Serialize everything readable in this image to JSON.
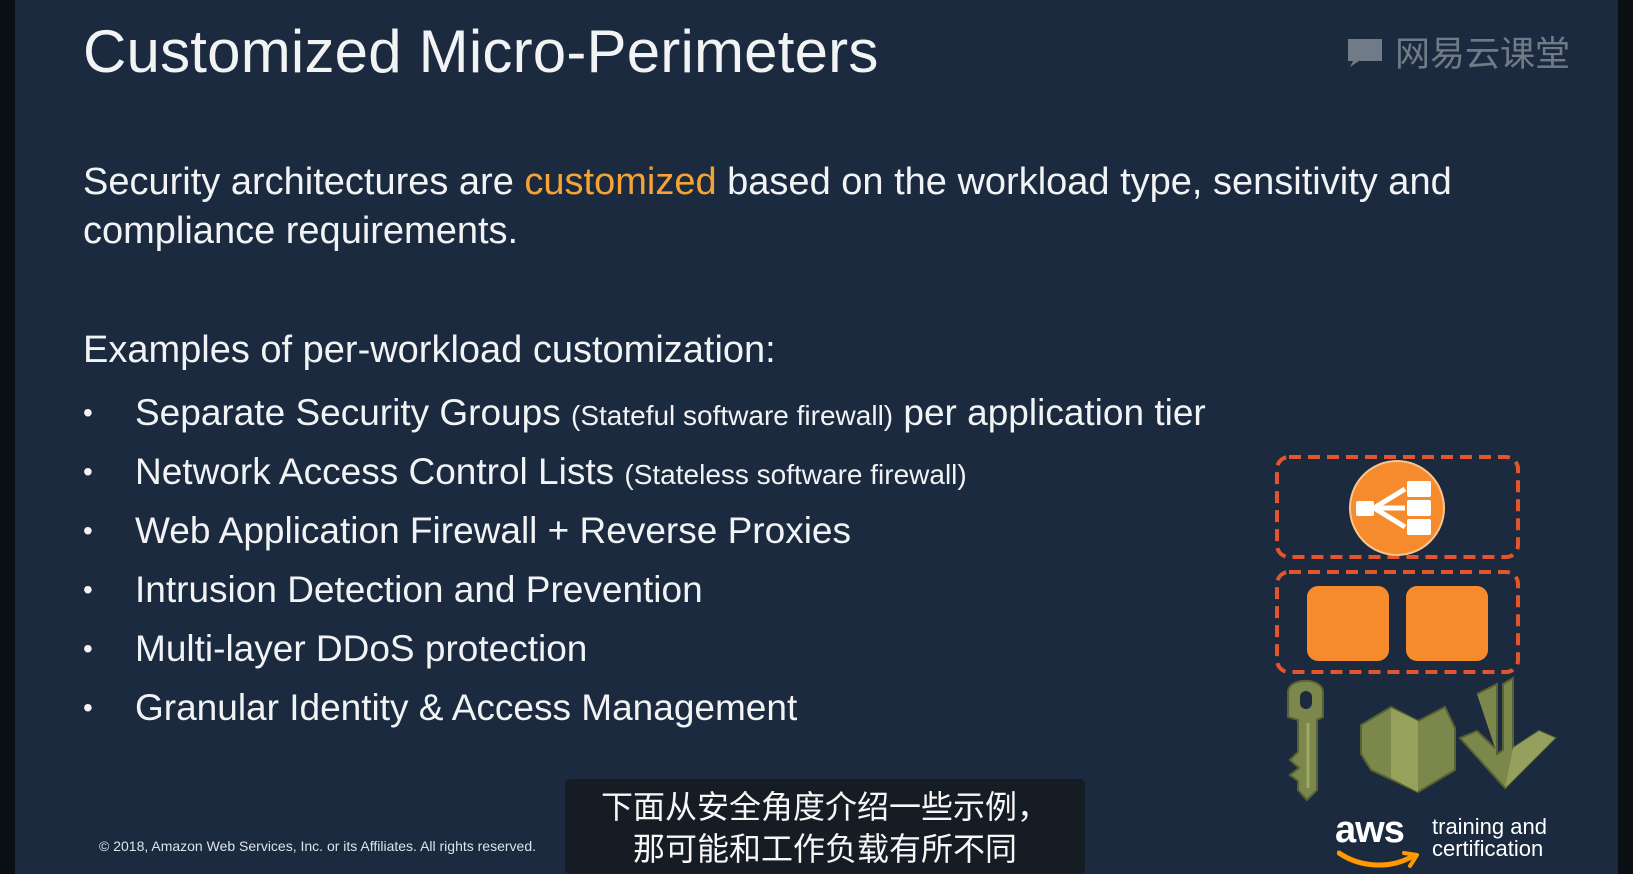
{
  "slide": {
    "title": "Customized Micro-Perimeters",
    "watermark": "网易云课堂",
    "intro": {
      "before": "Security architectures are ",
      "highlight": "customized",
      "after": " based on the workload type, sensitivity and compliance requirements.",
      "highlight_color": "#f6a335"
    },
    "examples_heading": "Examples of per-workload customization:",
    "bullets": [
      {
        "text": "Separate Security Groups",
        "note": "(Stateful software firewall)",
        "suffix": "per application tier"
      },
      {
        "text": "Network Access Control Lists",
        "note": "(Stateless software firewall)",
        "suffix": ""
      },
      {
        "text": "Web Application Firewall + Reverse Proxies"
      },
      {
        "text": "Intrusion Detection and Prevention"
      },
      {
        "text": "Multi-layer DDoS protection"
      },
      {
        "text": "Granular Identity & Access Management"
      }
    ],
    "copyright": "© 2018, Amazon Web Services, Inc. or its Affiliates. All rights reserved.",
    "subtitle": {
      "line1": "下面从安全角度介绍一些示例，",
      "line2": "那可能和工作负载有所不同"
    },
    "logo": {
      "aws": "aws",
      "line1": "training and",
      "line2": "certification"
    }
  },
  "colors": {
    "background": "#1b2a3e",
    "accent": "#f6a335",
    "diagram_orange": "#f58b2d",
    "dashed_red": "#e4552d",
    "olive_icon": "#7c874c",
    "text": "#f1f3f5"
  },
  "icons": {
    "watermark": "chat-bubble-logo-icon",
    "load_balancer": "load-balancer-icon",
    "instances": "instance-squares-icon",
    "key": "key-icon",
    "shield": "shield-security-icon",
    "download": "download-arrow-icon"
  }
}
